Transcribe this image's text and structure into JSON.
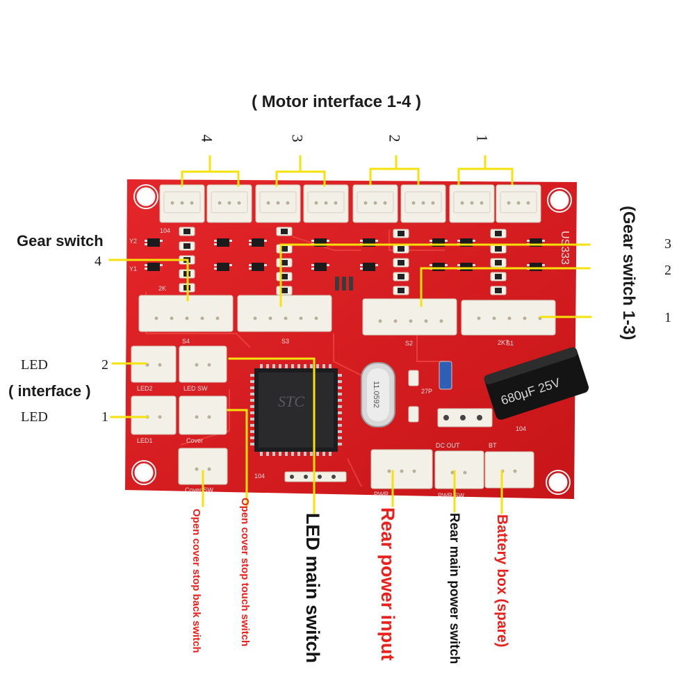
{
  "title": "( Motor interface 1-4 )",
  "motor_numbers": [
    "4",
    "3",
    "2",
    "1"
  ],
  "gear_switch": {
    "label": "Gear switch",
    "number": "4"
  },
  "gear_switch_group": {
    "label": "(Gear switch 1-3)",
    "numbers": [
      "3",
      "2",
      "1"
    ]
  },
  "led_interface": {
    "label": "( interface )",
    "rows": [
      {
        "name": "LED",
        "number": "2"
      },
      {
        "name": "LED",
        "number": "1"
      }
    ]
  },
  "bottom_labels": [
    {
      "text": "Open cover stop back switch",
      "color": "#e8211d"
    },
    {
      "text": "Open cover stop touch switch",
      "color": "#e8211d"
    },
    {
      "text": "LED main switch",
      "color": "#141414"
    },
    {
      "text": "Rear power input",
      "color": "#e8211d"
    },
    {
      "text": "Rear main power switch",
      "color": "#141414"
    },
    {
      "text": "Battery box (spare)",
      "color": "#e8211d"
    }
  ],
  "board": {
    "model": "US333",
    "chip_text": "STC",
    "crystal_text": "11.0592",
    "capacitor_text": "680μF 25V",
    "silkscreen": [
      "S4",
      "S3",
      "S2",
      "S1",
      "LED2",
      "LED SW",
      "LED1",
      "Cover",
      "Cover SW",
      "DC OUT",
      "BT",
      "PWR",
      "PWR SW",
      "104",
      "2K",
      "2K7",
      "Y1",
      "Y2",
      "27P"
    ]
  },
  "colors": {
    "board": "#d8191c",
    "leader": "#f5e20c",
    "connector": "#f3f0e8",
    "accent_red": "#e8211d"
  }
}
